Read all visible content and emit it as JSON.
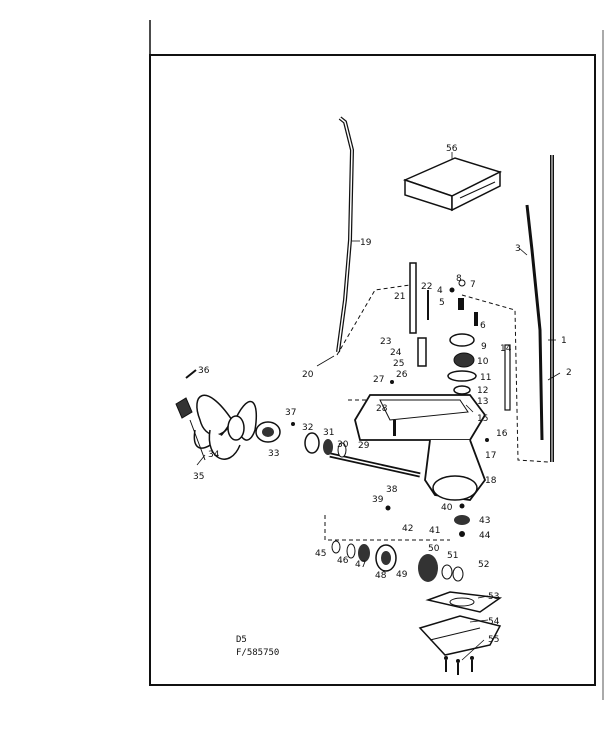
{
  "diagram": {
    "code_top": "D5",
    "code_bottom": "F/585750",
    "box_label": "",
    "part_numbers": [
      "1",
      "2",
      "3",
      "4",
      "5",
      "6",
      "7",
      "8",
      "9",
      "10",
      "11",
      "12",
      "13",
      "14",
      "15",
      "16",
      "17",
      "18",
      "19",
      "20",
      "21",
      "22",
      "23",
      "24",
      "25",
      "26",
      "27",
      "28",
      "29",
      "30",
      "31",
      "32",
      "33",
      "34",
      "35",
      "36",
      "37",
      "38",
      "39",
      "40",
      "41",
      "42",
      "43",
      "44",
      "45",
      "46",
      "47",
      "48",
      "49",
      "50",
      "51",
      "52",
      "53",
      "54",
      "55",
      "56"
    ]
  },
  "colors": {
    "ink": "#111111",
    "paper": "#ffffff"
  }
}
